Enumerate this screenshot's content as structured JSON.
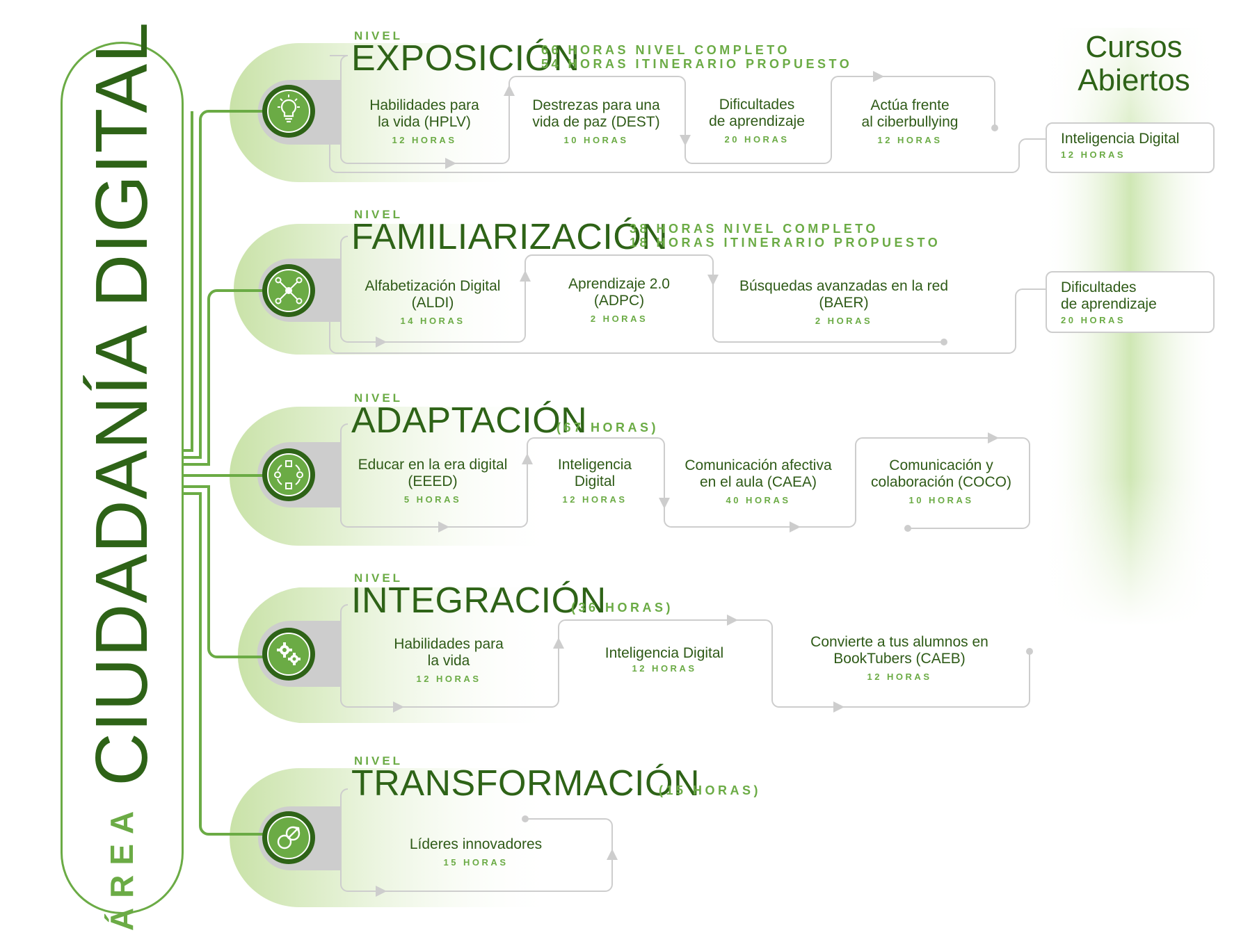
{
  "area": {
    "prefix": "ÁREA",
    "name": "CIUDADANÍA DIGITAL"
  },
  "levels": [
    {
      "label": "NIVEL",
      "name": "EXPOSICIÓN",
      "hours_line1": "66 HORAS NIVEL COMPLETO",
      "hours_line2": "54 HORAS ITINERARIO PROPUESTO",
      "icon": "lightbulb-icon",
      "courses": [
        {
          "line1": "Habilidades para",
          "line2": "la vida (HPLV)",
          "hours": "12 HORAS"
        },
        {
          "line1": "Destrezas para una",
          "line2": "vida de paz (DEST)",
          "hours": "10 HORAS"
        },
        {
          "line1": "Dificultades",
          "line2": "de aprendizaje",
          "hours": "20 HORAS"
        },
        {
          "line1": "Actúa frente",
          "line2": "al ciberbullying",
          "hours": "12 HORAS"
        }
      ]
    },
    {
      "label": "NIVEL",
      "name": "FAMILIARIZACIÓN",
      "hours_line1": "38 HORAS NIVEL COMPLETO",
      "hours_line2": "18 HORAS ITINERARIO PROPUESTO",
      "icon": "network-icon",
      "courses": [
        {
          "line1": "Alfabetización Digital",
          "line2": "(ALDI)",
          "hours": "14 HORAS"
        },
        {
          "line1": "Aprendizaje 2.0",
          "line2": "(ADPC)",
          "hours": "2 HORAS"
        },
        {
          "line1": "Búsquedas avanzadas en la red",
          "line2": "(BAER)",
          "hours": "2 HORAS"
        }
      ]
    },
    {
      "label": "NIVEL",
      "name": "ADAPTACIÓN",
      "hours_line1": "(67 HORAS)",
      "hours_line2": "",
      "icon": "cycle-icon",
      "courses": [
        {
          "line1": "Educar en la era digital",
          "line2": "(EEED)",
          "hours": "5 HORAS"
        },
        {
          "line1": "Inteligencia",
          "line2": "Digital",
          "hours": "12 HORAS"
        },
        {
          "line1": "Comunicación afectiva",
          "line2": "en el aula (CAEA)",
          "hours": "40 HORAS"
        },
        {
          "line1": "Comunicación y",
          "line2": "colaboración (COCO)",
          "hours": "10 HORAS"
        }
      ]
    },
    {
      "label": "NIVEL",
      "name": "INTEGRACIÓN",
      "hours_line1": "(36 HORAS)",
      "hours_line2": "",
      "icon": "gears-icon",
      "courses": [
        {
          "line1": "Habilidades para",
          "line2": "la vida",
          "hours": "12 HORAS"
        },
        {
          "line1": "Inteligencia Digital",
          "line2": "",
          "hours": "12 HORAS"
        },
        {
          "line1": "Convierte a tus alumnos en",
          "line2": "BookTubers (CAEB)",
          "hours": "12 HORAS"
        }
      ]
    },
    {
      "label": "NIVEL",
      "name": "TRANSFORMACIÓN",
      "hours_line1": "(15 HORAS)",
      "hours_line2": "",
      "icon": "transform-icon",
      "courses": [
        {
          "line1": "Líderes innovadores",
          "line2": "",
          "hours": "15 HORAS"
        }
      ]
    }
  ],
  "open_courses": {
    "title_line1": "Cursos",
    "title_line2": "Abiertos",
    "items": [
      {
        "line1": "Inteligencia Digital",
        "line2": "",
        "hours": "12 HORAS"
      },
      {
        "line1": "Dificultades",
        "line2": "de aprendizaje",
        "hours": "20 HORAS"
      }
    ]
  },
  "colors": {
    "dark_green": "#2e6317",
    "accent_green": "#6bab45",
    "light_green": "#dcecc6",
    "connector_gray": "#cdcdcd"
  }
}
